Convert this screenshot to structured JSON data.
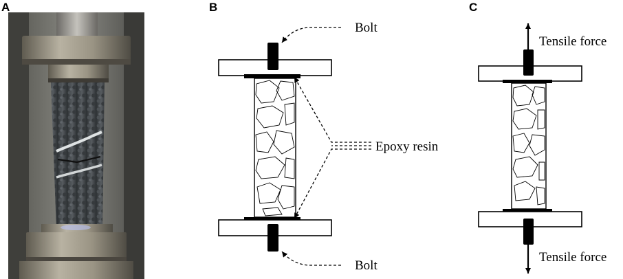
{
  "panels": [
    {
      "id": "A",
      "label": "A",
      "content": "photo"
    },
    {
      "id": "B",
      "label": "B",
      "content": "setup-schematic"
    },
    {
      "id": "C",
      "label": "C",
      "content": "loading-schematic"
    }
  ],
  "panel_b": {
    "bolt_top_label": "Bolt",
    "epoxy_label": "Epoxy resin",
    "bolt_bottom_label": "Bolt"
  },
  "panel_c": {
    "tensile_top_label": "Tensile force",
    "tensile_bottom_label": "Tensile force"
  },
  "colors": {
    "background": "#ffffff",
    "line": "#000000",
    "photo_background": "#6a6a66",
    "machine_metal": "#8c8a80",
    "specimen_rock": "#3f4346",
    "crack": "#d8dcdd"
  }
}
